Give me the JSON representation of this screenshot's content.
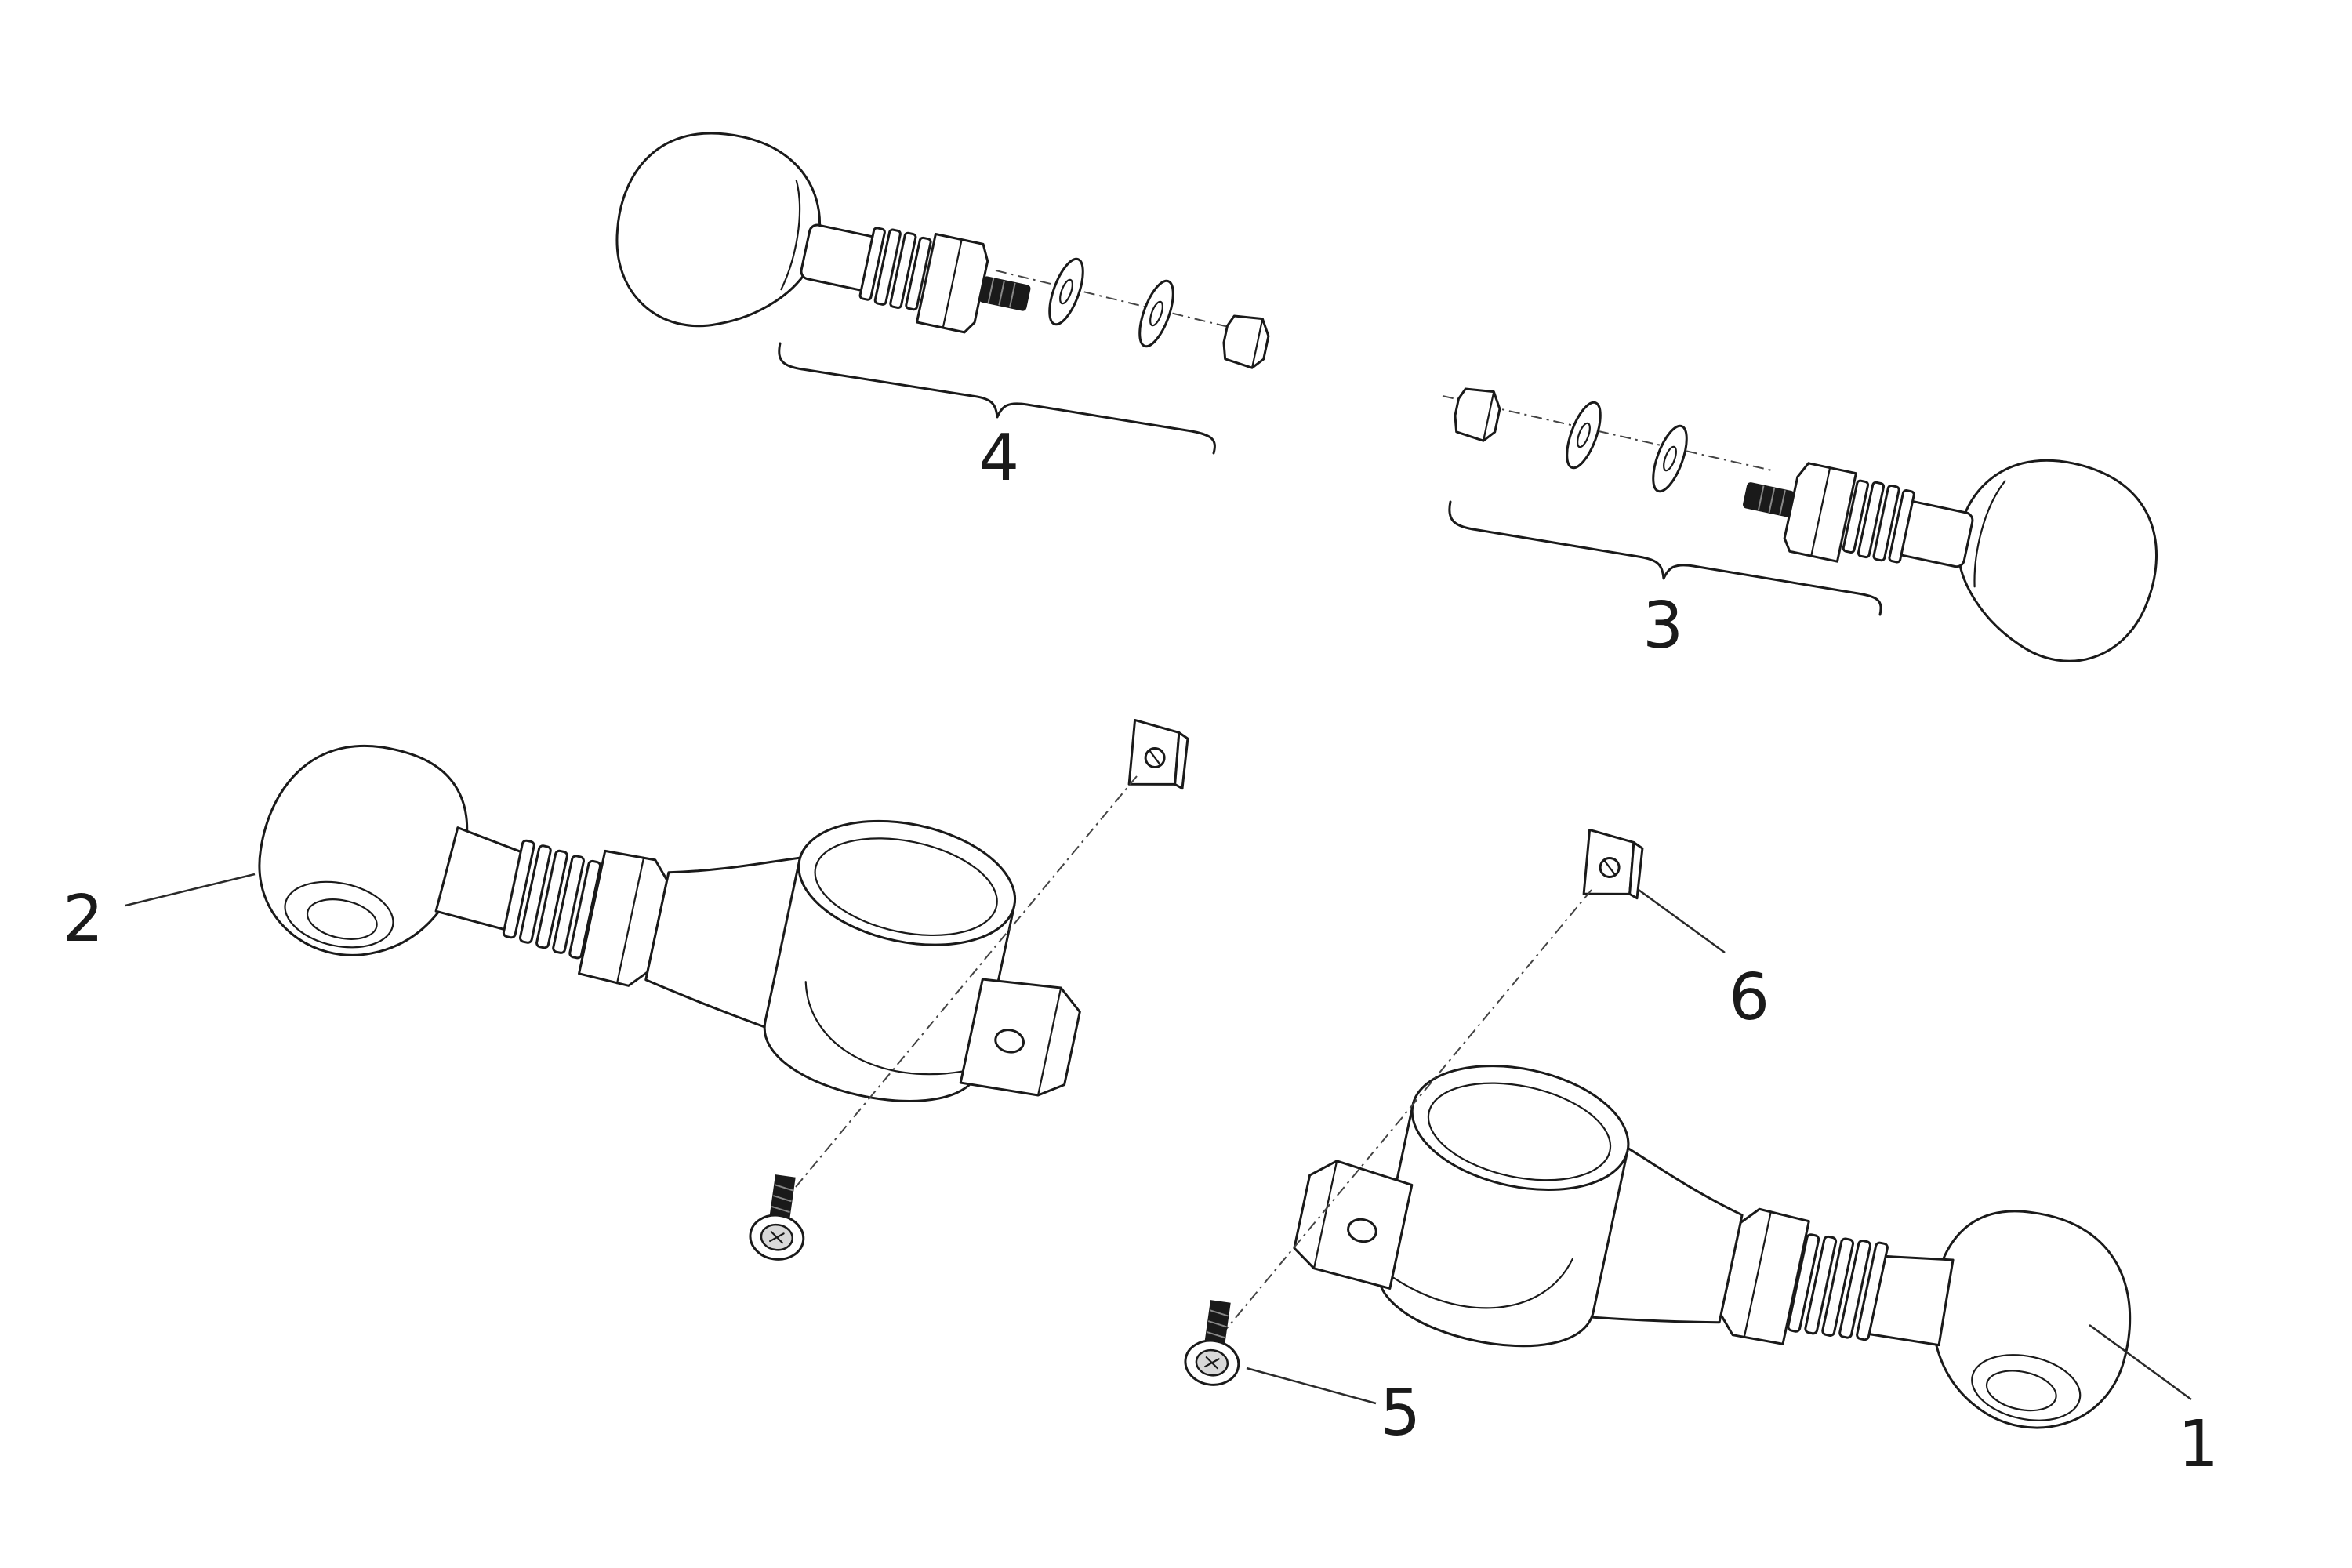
{
  "callouts": {
    "item_1": "1",
    "item_2": "2",
    "item_3": "3",
    "item_4": "4",
    "item_5": "5",
    "item_6": "6"
  }
}
